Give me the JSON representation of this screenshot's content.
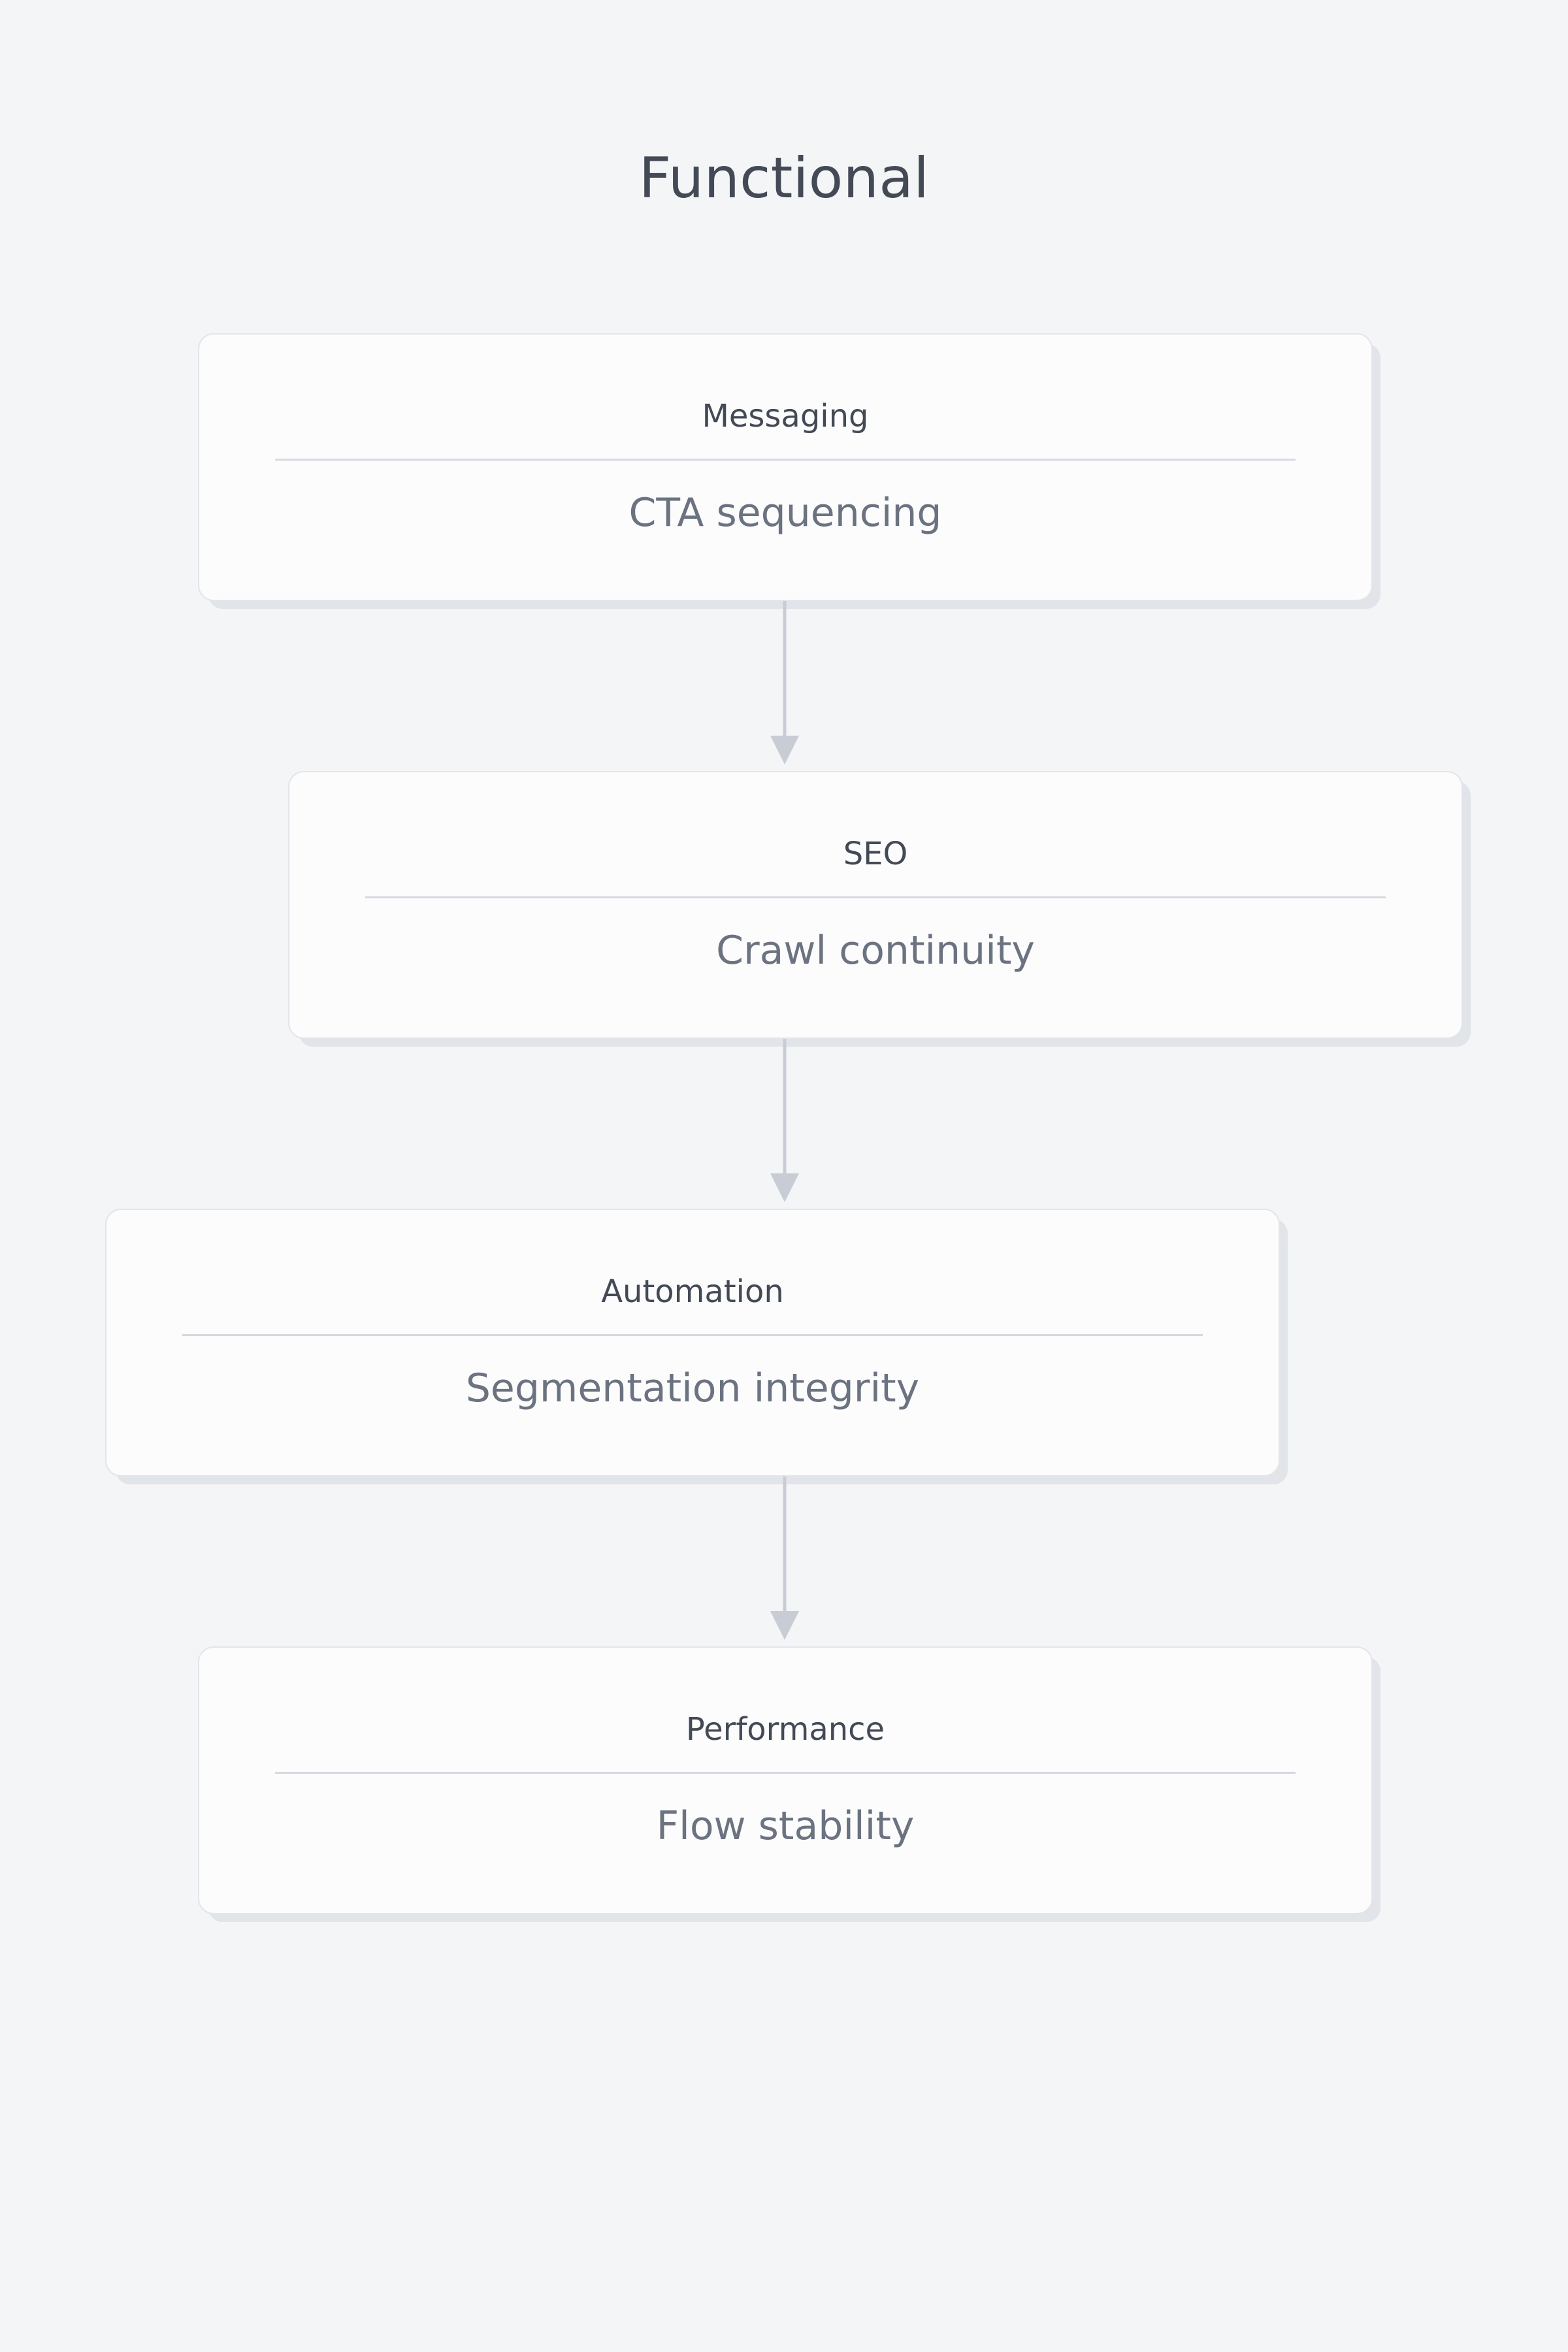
{
  "header": {
    "title": "Functional"
  },
  "colors": {
    "background": "#f4f5f7",
    "card_fill": "#fcfcfd",
    "card_border": "#e3e5ea",
    "title_text": "#434a56",
    "subtitle_text": "#6b7280",
    "divider": "#d6d9e0",
    "arrow": "#c8ccd4"
  },
  "flow": {
    "type": "vertical-flowchart",
    "arrow_label": "down-arrow-connector",
    "nodes": [
      {
        "title": "Messaging",
        "subtitle": "CTA sequencing",
        "align": "offset-center"
      },
      {
        "title": "SEO",
        "subtitle": "Crawl continuity",
        "align": "offset-right"
      },
      {
        "title": "Automation",
        "subtitle": "Segmentation integrity",
        "align": "offset-left"
      },
      {
        "title": "Performance",
        "subtitle": "Flow stability",
        "align": "offset-center"
      }
    ]
  }
}
